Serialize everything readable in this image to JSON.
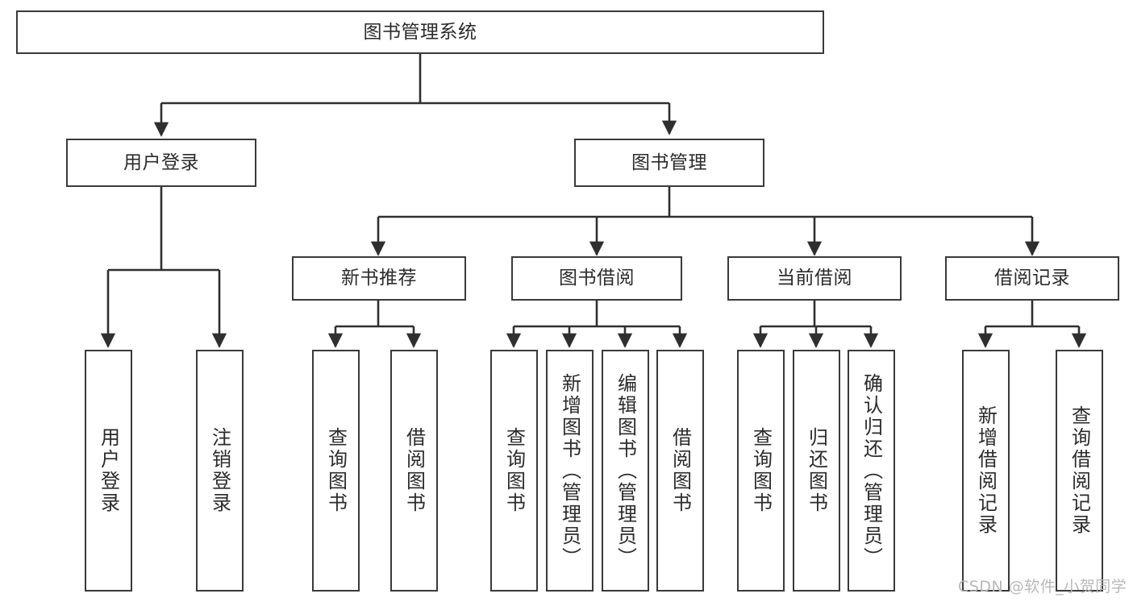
{
  "diagram": {
    "title": "图书管理系统",
    "type": "function-structure-tree",
    "watermark": "CSDN @软件_小贺同学",
    "colors": {
      "box_border": "#3a3a3a",
      "box_fill": "#ffffff",
      "connector": "#2f2f2f",
      "text": "#2b2b2b",
      "background": "#ffffff",
      "watermark": "#b8b8b8"
    },
    "root": {
      "label": "图书管理系统"
    },
    "level2": [
      {
        "label": "用户登录"
      },
      {
        "label": "图书管理"
      }
    ],
    "level3": [
      {
        "label": "新书推荐"
      },
      {
        "label": "图书借阅"
      },
      {
        "label": "当前借阅"
      },
      {
        "label": "借阅记录"
      }
    ],
    "leaves": {
      "user_login": [
        {
          "label": "用户登录"
        },
        {
          "label": "注销登录"
        }
      ],
      "new_book_recommend": [
        {
          "label": "查询图书"
        },
        {
          "label": "借阅图书"
        }
      ],
      "book_borrow": [
        {
          "label": "查询图书"
        },
        {
          "label": "新增图书（管理员）"
        },
        {
          "label": "编辑图书（管理员）"
        },
        {
          "label": "借阅图书"
        }
      ],
      "current_borrow": [
        {
          "label": "查询图书"
        },
        {
          "label": "归还图书"
        },
        {
          "label": "确认归还（管理员）"
        }
      ],
      "borrow_record": [
        {
          "label": "新增借阅记录"
        },
        {
          "label": "查询借阅记录"
        }
      ]
    }
  }
}
